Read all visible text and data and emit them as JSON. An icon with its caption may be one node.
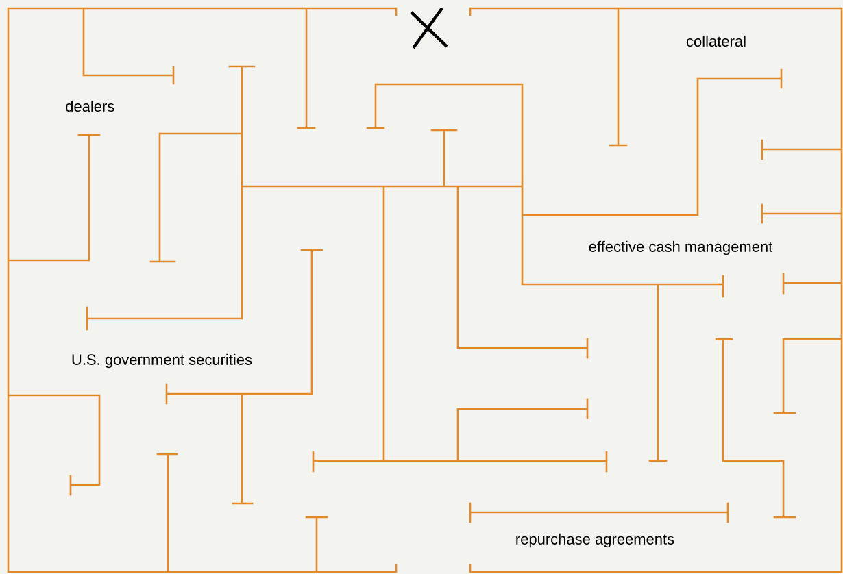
{
  "diagram": {
    "labels": [
      "dealers",
      "collateral",
      "effective cash management",
      "U.S. government securities",
      "repurchase agreements"
    ]
  }
}
